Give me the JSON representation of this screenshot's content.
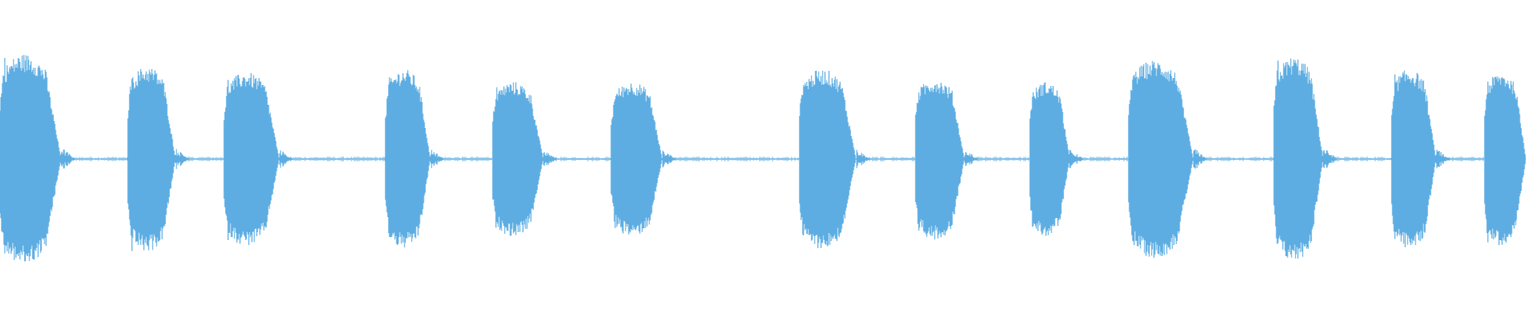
{
  "waveform": {
    "color": "#5dade2",
    "background": "#ffffff",
    "baseline_amplitude": 0.01,
    "bursts": [
      {
        "start": 0.0,
        "end": 0.04,
        "peak": 0.68
      },
      {
        "start": 0.084,
        "end": 0.115,
        "peak": 0.6
      },
      {
        "start": 0.147,
        "end": 0.183,
        "peak": 0.56
      },
      {
        "start": 0.253,
        "end": 0.282,
        "peak": 0.58
      },
      {
        "start": 0.323,
        "end": 0.356,
        "peak": 0.5
      },
      {
        "start": 0.401,
        "end": 0.434,
        "peak": 0.5
      },
      {
        "start": 0.524,
        "end": 0.561,
        "peak": 0.58
      },
      {
        "start": 0.6,
        "end": 0.632,
        "peak": 0.52
      },
      {
        "start": 0.675,
        "end": 0.701,
        "peak": 0.5
      },
      {
        "start": 0.74,
        "end": 0.782,
        "peak": 0.64
      },
      {
        "start": 0.835,
        "end": 0.867,
        "peak": 0.66
      },
      {
        "start": 0.912,
        "end": 0.941,
        "peak": 0.58
      },
      {
        "start": 0.973,
        "end": 1.0,
        "peak": 0.56
      }
    ]
  }
}
